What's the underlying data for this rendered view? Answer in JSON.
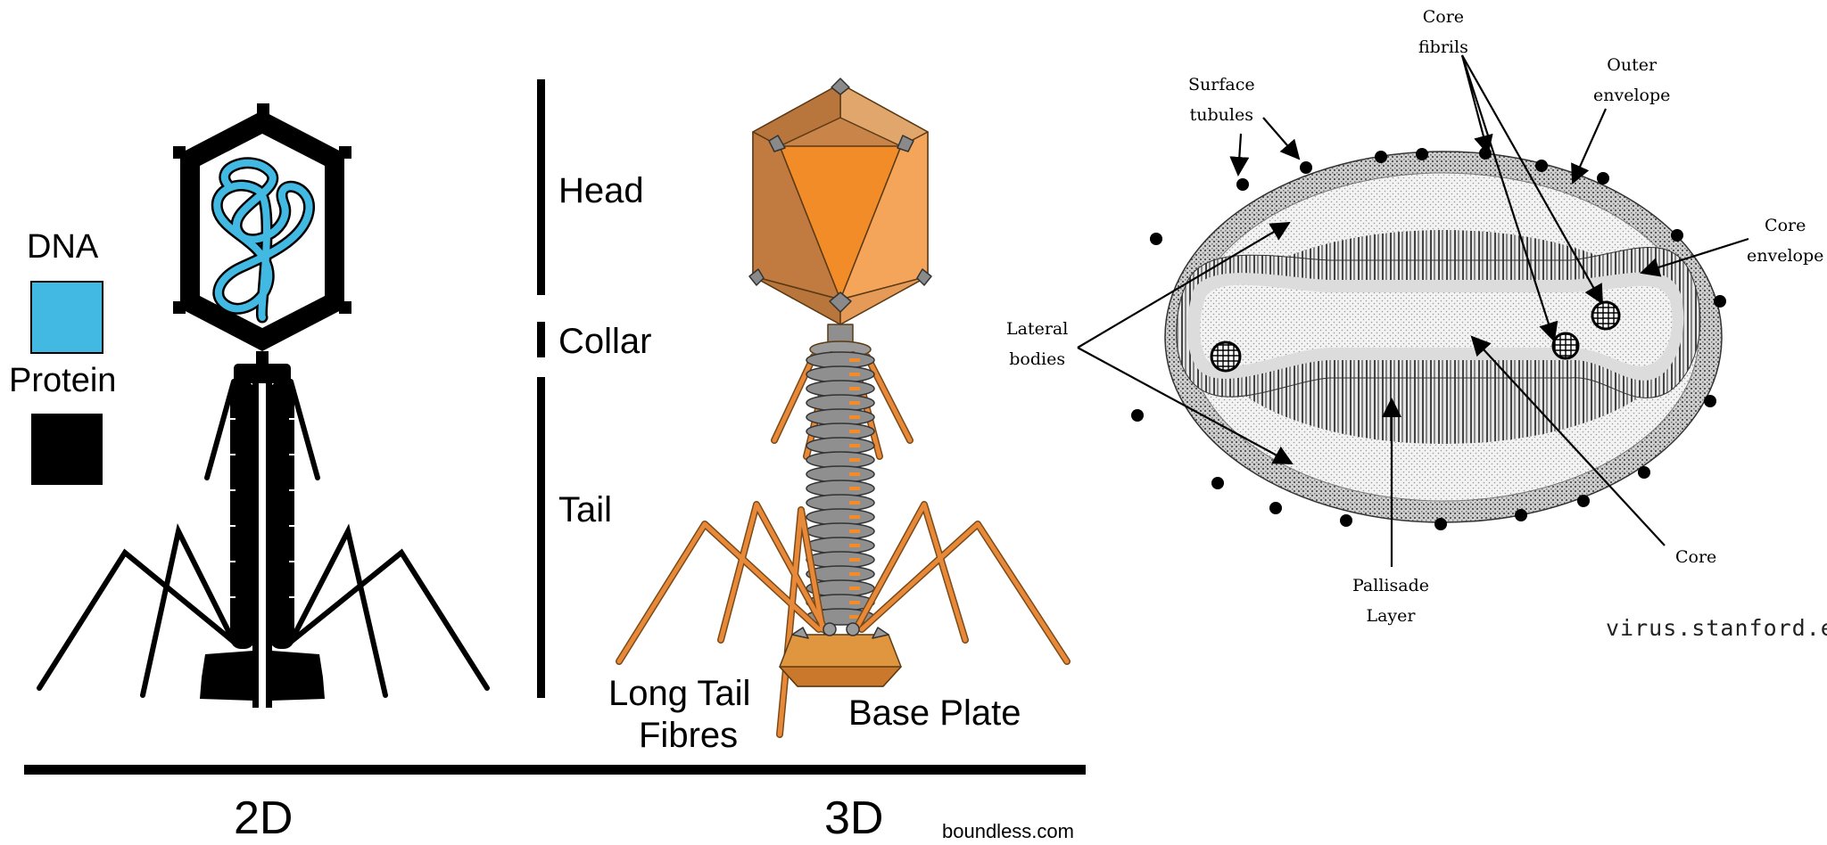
{
  "left_panel": {
    "legend": {
      "dna_label": "DNA",
      "protein_label": "Protein",
      "dna_color": "#42b9e3",
      "protein_color": "#000000"
    },
    "parts": {
      "head": "Head",
      "collar": "Collar",
      "tail": "Tail"
    },
    "callouts": {
      "long_tail_fibres_line1": "Long Tail",
      "long_tail_fibres_line2": "Fibres",
      "base_plate": "Base Plate"
    },
    "captions": {
      "view_2d": "2D",
      "view_3d": "3D"
    },
    "credit": "boundless.com",
    "colors": {
      "head_orange": "#f28c28",
      "head_light": "#f5a55a",
      "tail_gray": "#8f8f8f"
    }
  },
  "right_panel": {
    "labels": {
      "core_fibrils": [
        "Core",
        "fibrils"
      ],
      "surface_tubules": [
        "Surface",
        "tubules"
      ],
      "outer_envelope": [
        "Outer",
        "envelope"
      ],
      "core_envelope": [
        "Core",
        "envelope"
      ],
      "lateral_bodies": [
        "Lateral",
        "bodies"
      ],
      "pallisade_layer": [
        "Pallisade",
        "Layer"
      ],
      "core": "Core"
    },
    "credit": "virus.stanford.edu"
  }
}
